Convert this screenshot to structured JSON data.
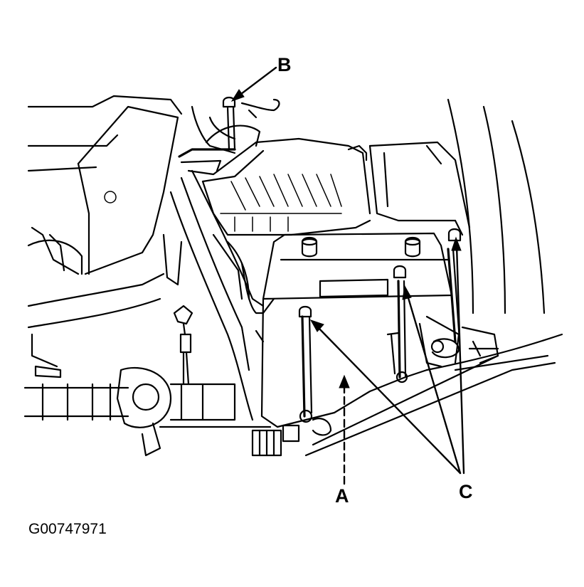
{
  "callouts": {
    "a": "A",
    "b": "B",
    "c": "C"
  },
  "figure_id": "G00747971"
}
